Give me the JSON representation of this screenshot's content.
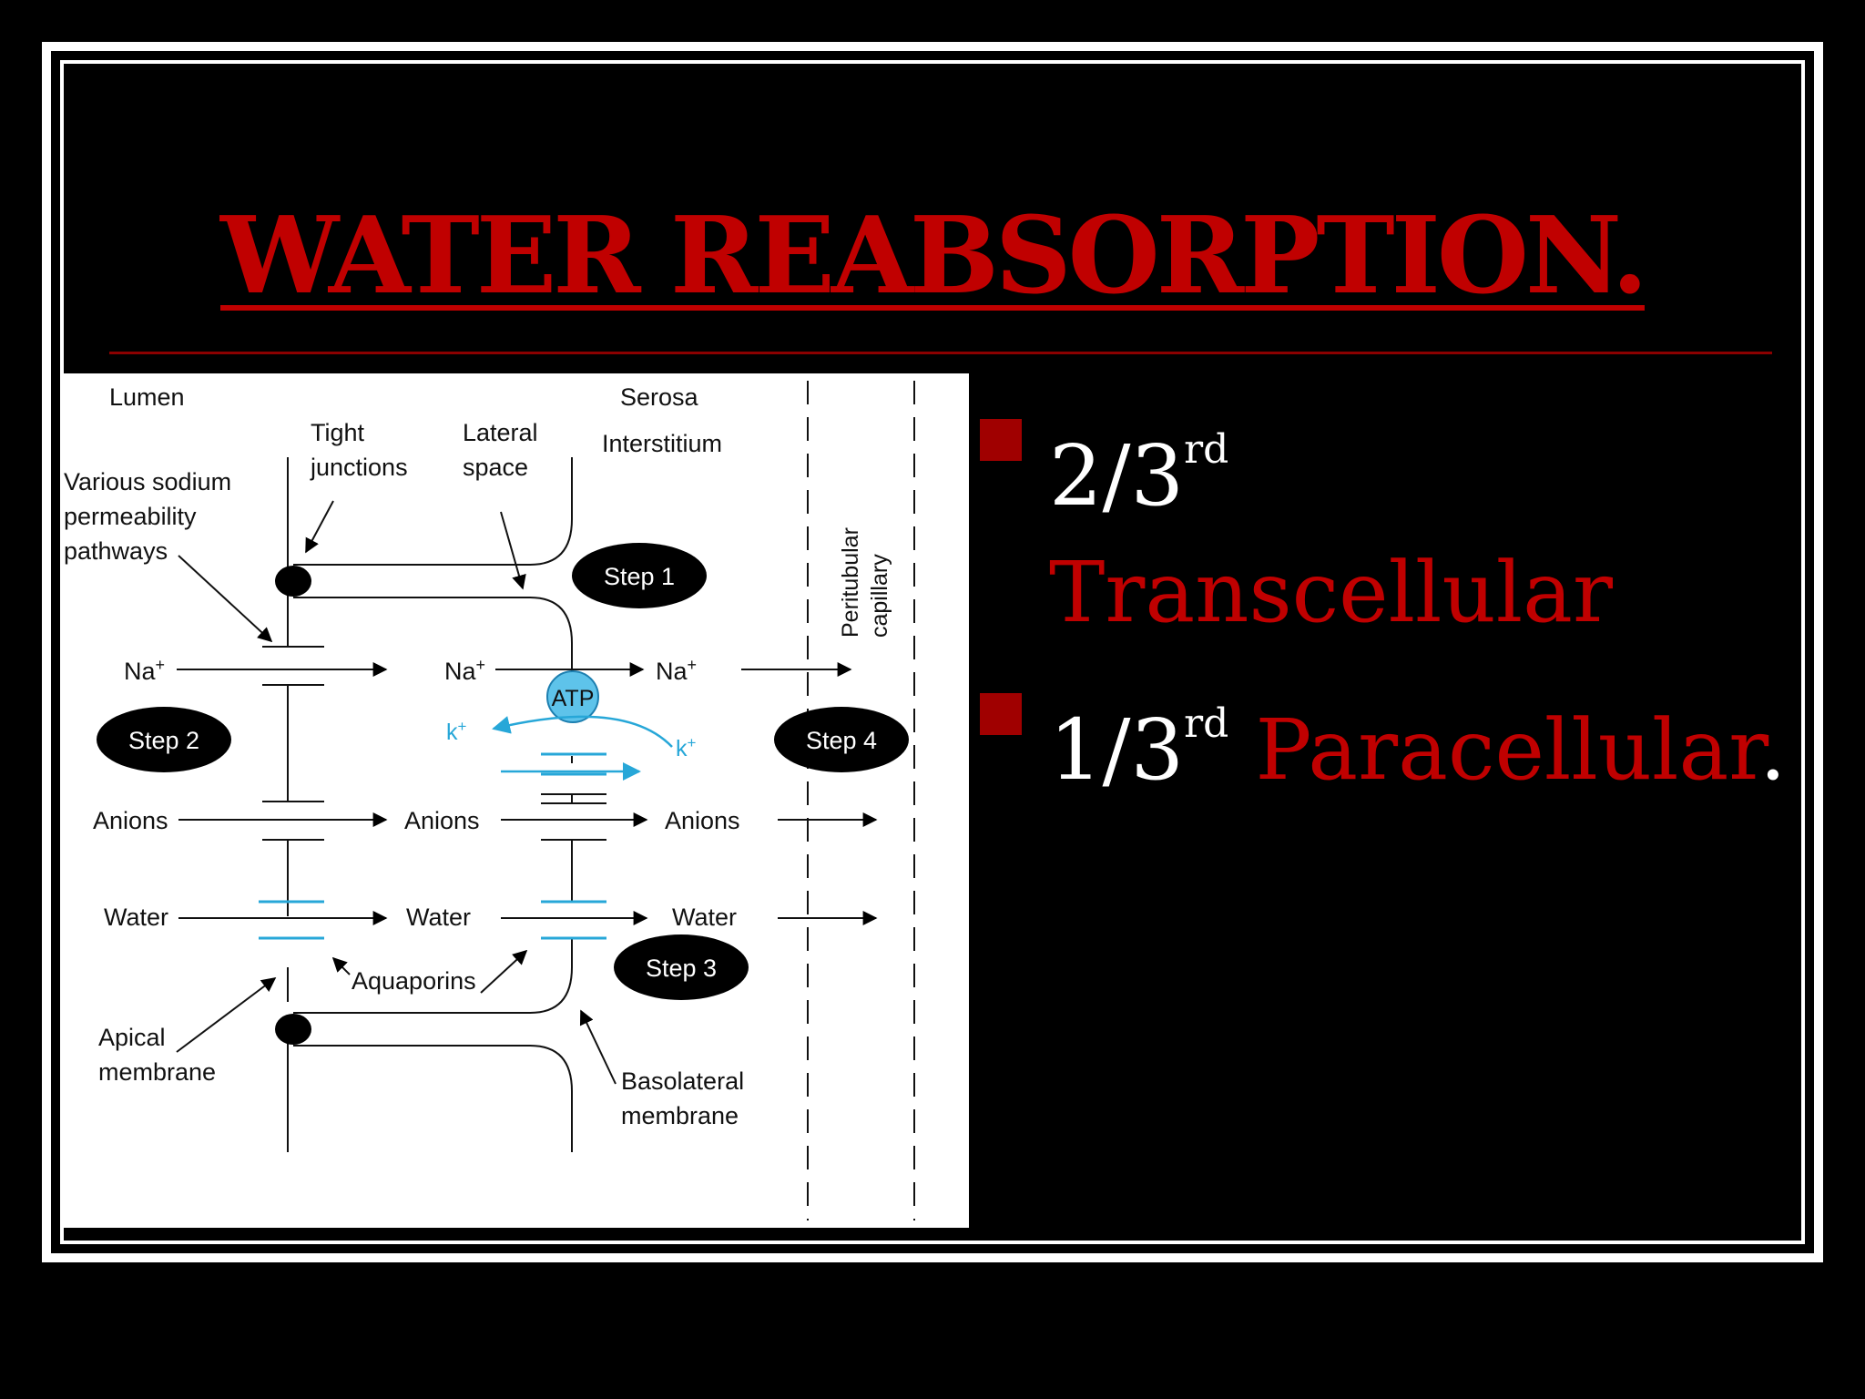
{
  "slide": {
    "title": "WATER REABSORPTION."
  },
  "bullets": [
    {
      "number": "2/3",
      "superscript": "rd",
      "label": "Transcellular",
      "suffix": ""
    },
    {
      "number": "1/3",
      "superscript": "rd",
      "label": "Paracellular",
      "suffix": "."
    }
  ],
  "diagram": {
    "labels": {
      "lumen": "Lumen",
      "serosa": "Serosa",
      "interstitium": "Interstitium",
      "tight": "Tight",
      "junctions": "junctions",
      "lateral": "Lateral",
      "space": "space",
      "various_sodium": "Various sodium",
      "permeability": "permeability",
      "pathways": "pathways",
      "peritubular": "Peritubular",
      "capillary": "capillary",
      "step1": "Step 1",
      "step2": "Step 2",
      "step3": "Step 3",
      "step4": "Step 4",
      "na": "Na",
      "plus": "+",
      "atp": "ATP",
      "k": "k",
      "anions": "Anions",
      "water": "Water",
      "aquaporins": "Aquaporins",
      "apical": "Apical",
      "membrane": "membrane",
      "basolateral": "Basolateral"
    }
  }
}
